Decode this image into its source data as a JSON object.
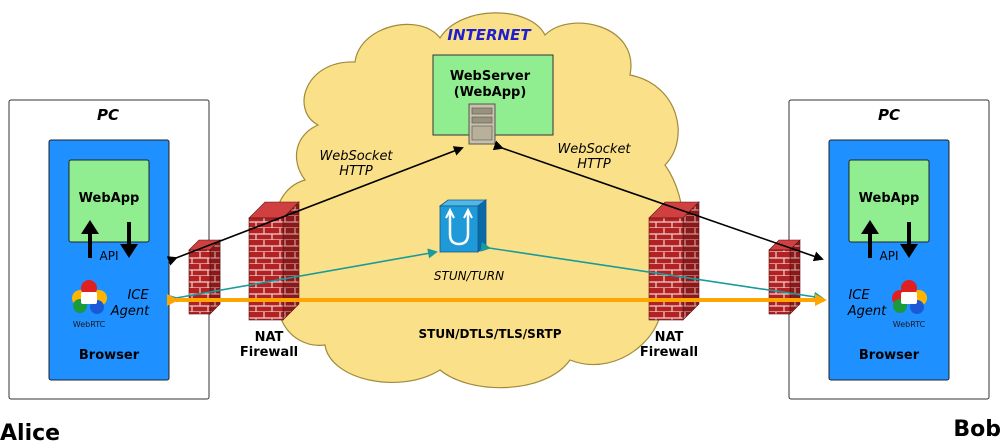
{
  "internet": {
    "title": "INTERNET"
  },
  "webserver": {
    "line1": "WebServer",
    "line2": "(WebApp)"
  },
  "left": {
    "pc": "PC",
    "webapp": "WebApp",
    "api": "API",
    "ice_line1": "ICE",
    "ice_line2": "Agent",
    "webrtc": "WebRTC",
    "browser": "Browser",
    "user": "Alice"
  },
  "right": {
    "pc": "PC",
    "webapp": "WebApp",
    "api": "API",
    "ice_line1": "ICE",
    "ice_line2": "Agent",
    "webrtc": "WebRTC",
    "browser": "Browser",
    "user": "Bob"
  },
  "websocket_left": {
    "line1": "WebSocket",
    "line2": "HTTP"
  },
  "websocket_right": {
    "line1": "WebSocket",
    "line2": "HTTP"
  },
  "stun_turn": "STUN/TURN",
  "media_protocols": "STUN/DTLS/TLS/SRTP",
  "nat_left": {
    "line1": "NAT",
    "line2": "Firewall"
  },
  "nat_right": {
    "line1": "NAT",
    "line2": "Firewall"
  },
  "colors": {
    "cloud": "#fbe08a",
    "cloud_stroke": "#a08a3a",
    "browser": "#1e90ff",
    "webapp": "#90ee90",
    "firewall": "#b22222",
    "stun_arrow": "#1a9a9a",
    "media_arrow": "#ffa500",
    "internet_text": "#1f1fcc"
  }
}
